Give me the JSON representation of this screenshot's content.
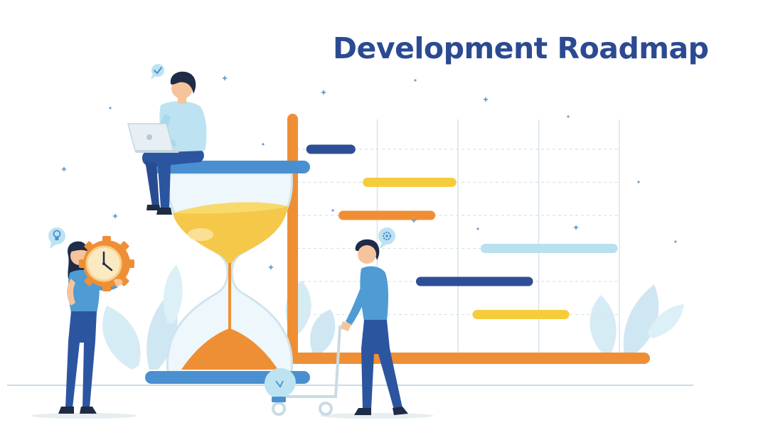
{
  "header": {
    "title": "Development Roadmap"
  },
  "colors": {
    "title": "#2b4a92",
    "navy": "#2e4f96",
    "yellow": "#f5cd3c",
    "orange": "#ef8f35",
    "light_blue": "#b9e0ee",
    "hourglass_blue": "#4a8fd0",
    "sand": "#f2b632",
    "shirt": "#4f9bd4",
    "pants": "#2c55a0",
    "skin": "#f6c49c",
    "hair": "#1f2c48",
    "leaf": "#d6ecf5",
    "grid": "#d7e3ea",
    "ground": "#c9dbe4"
  },
  "icons": [
    "check-chat-bubble-icon",
    "lightbulb-chat-bubble-icon",
    "gear-chat-bubble-icon",
    "clock-gear-icon",
    "hourglass-icon",
    "laptop-icon",
    "cart-icon",
    "lightbulb-icon"
  ],
  "roadmap": {
    "columns": 4,
    "bars": [
      {
        "color": "navy",
        "start": 0.12,
        "end": 0.73
      },
      {
        "color": "yellow",
        "start": 0.82,
        "end": 1.98
      },
      {
        "color": "orange",
        "start": 0.52,
        "end": 1.72
      },
      {
        "color": "light_blue",
        "start": 2.28,
        "end": 3.98
      },
      {
        "color": "navy",
        "start": 1.48,
        "end": 2.93
      },
      {
        "color": "yellow",
        "start": 2.18,
        "end": 3.38
      }
    ]
  }
}
